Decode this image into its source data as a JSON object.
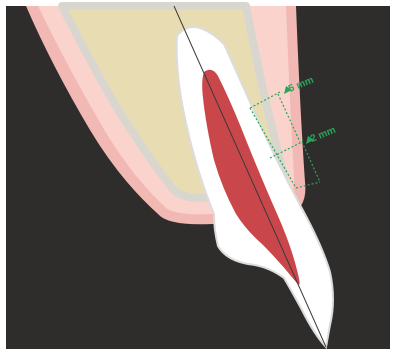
{
  "diagram": {
    "annotations": [
      {
        "id": "upper",
        "label": "5 mm"
      },
      {
        "id": "lower",
        "label": "2 mm"
      }
    ],
    "colors": {
      "background": "#2f2d2c",
      "gingiva_outer": "#f2b8b3",
      "gingiva_inner": "#fad3cc",
      "bone": "#e8dcb3",
      "bone_outline": "#d9d6d0",
      "tooth": "#ffffff",
      "tooth_outline": "#dcdcdc",
      "canal": "#c9464a",
      "axis_line": "#3a3a3a",
      "measurement": "#2aa45b"
    }
  }
}
